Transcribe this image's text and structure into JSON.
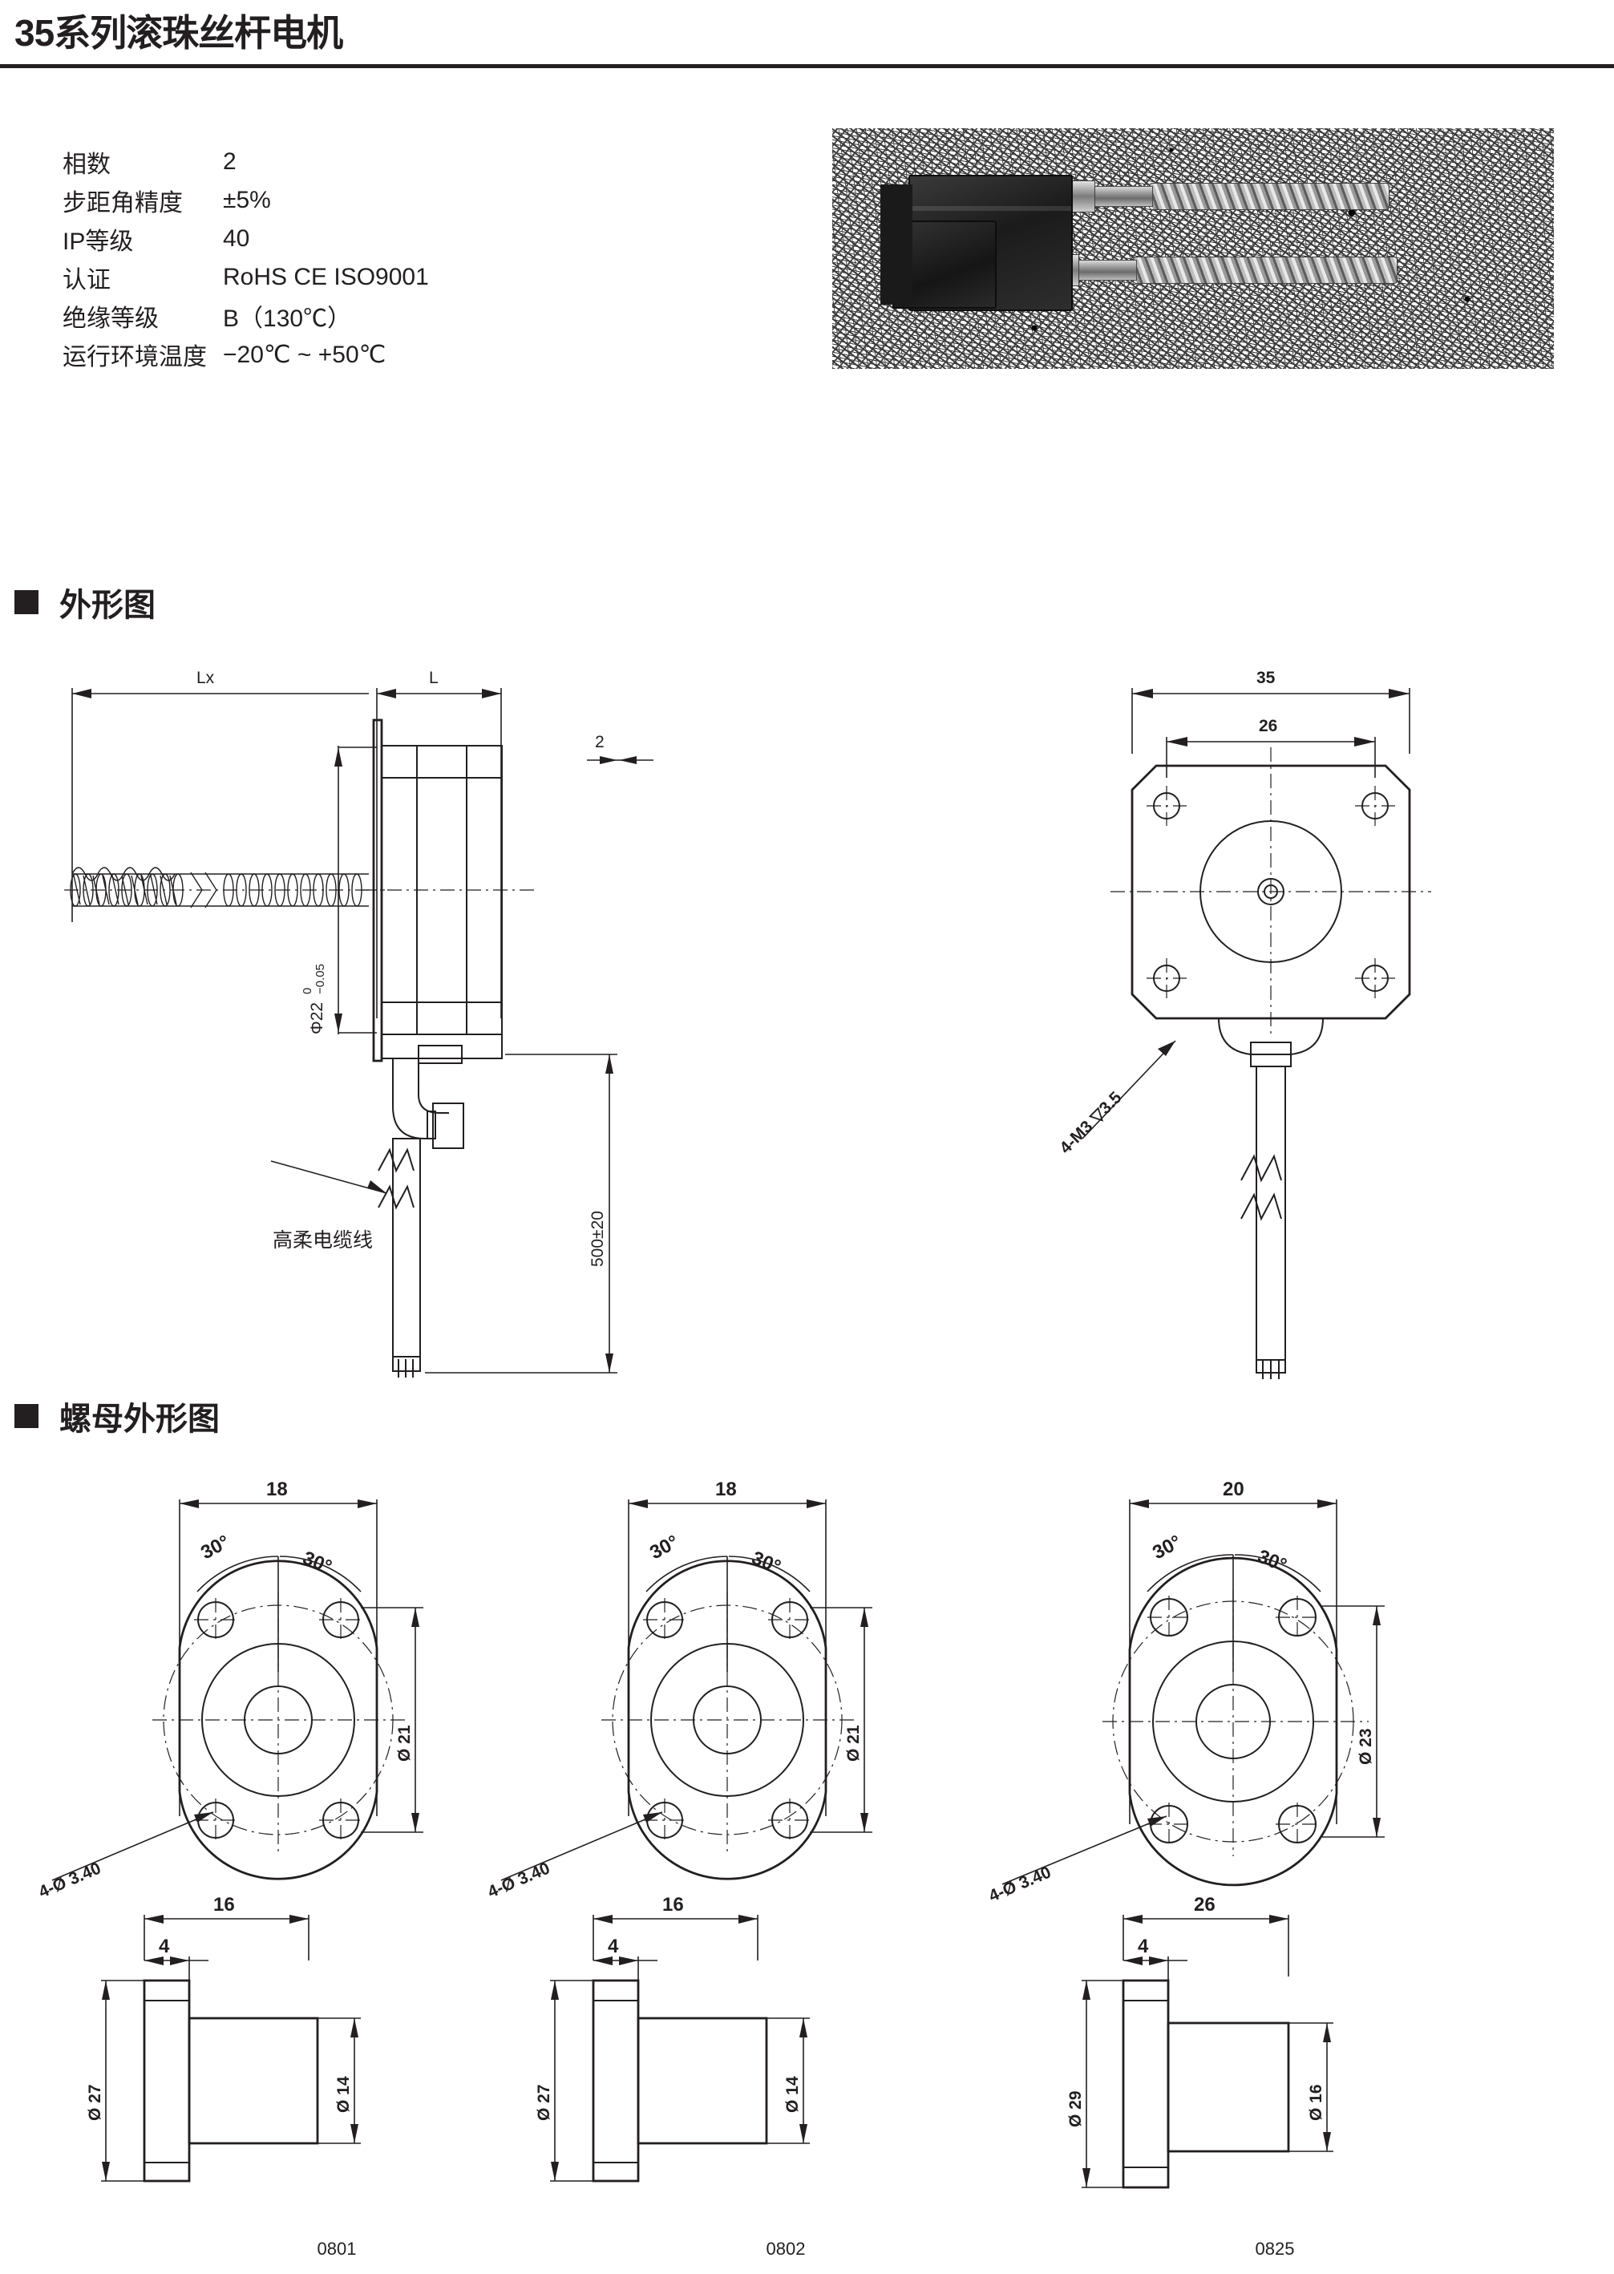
{
  "document": {
    "title": "35系列滚珠丝杆电机"
  },
  "specs": {
    "rows": [
      {
        "label": "相数",
        "value": "2"
      },
      {
        "label": "步距角精度",
        "value": "±5%"
      },
      {
        "label": "IP等级",
        "value": "40"
      },
      {
        "label": "认证",
        "value": "RoHS CE ISO9001"
      },
      {
        "label": "绝缘等级",
        "value": "B（130℃）"
      },
      {
        "label": "运行环境温度",
        "value": "−20℃ ~ +50℃"
      }
    ]
  },
  "sections": {
    "outline": "外形图",
    "nut_outline": "螺母外形图"
  },
  "outline_drawing": {
    "dim_lx": "Lx",
    "dim_l": "L",
    "dim_2": "2",
    "dim_shaft_dia": "Φ22",
    "dim_shaft_tol_upper": "0",
    "dim_shaft_tol_lower": "−0.05",
    "cable_label": "高柔电缆线",
    "dim_cable_len": "500±20",
    "dim_width_35": "35",
    "dim_width_26": "26",
    "thread_note": "4-M3 ▽3.5"
  },
  "nuts": [
    {
      "part_no": "0801",
      "dim_width": "18",
      "angle_left": "30°",
      "angle_right": "30°",
      "dim_bolt_circle": "Ø 21",
      "hole_note": "4-Ø 3.40",
      "dim_length": "16",
      "dim_flange_thk": "4",
      "dim_flange_dia": "Ø 27",
      "dim_body_dia": "Ø 14"
    },
    {
      "part_no": "0802",
      "dim_width": "18",
      "angle_left": "30°",
      "angle_right": "30°",
      "dim_bolt_circle": "Ø 21",
      "hole_note": "4-Ø 3.40",
      "dim_length": "16",
      "dim_flange_thk": "4",
      "dim_flange_dia": "Ø 27",
      "dim_body_dia": "Ø 14"
    },
    {
      "part_no": "0825",
      "dim_width": "20",
      "angle_left": "30°",
      "angle_right": "30°",
      "dim_bolt_circle": "Ø 23",
      "hole_note": "4-Ø 3.40",
      "dim_length": "26",
      "dim_flange_thk": "4",
      "dim_flange_dia": "Ø 29",
      "dim_body_dia": "Ø 16"
    }
  ],
  "colors": {
    "ink": "#231f20",
    "paper": "#ffffff"
  }
}
